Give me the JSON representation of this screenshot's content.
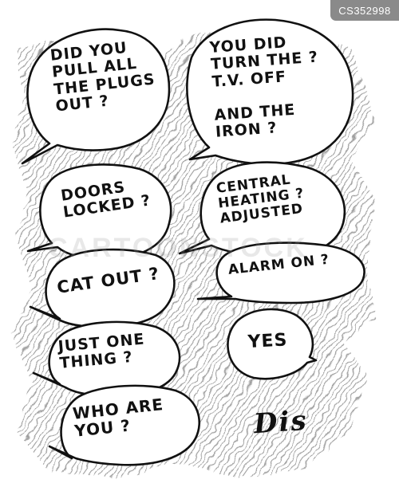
{
  "stock_id": "CS352998",
  "watermark": "CARTOONSTOCK",
  "signature": "Dis",
  "bubbles": {
    "plugs": {
      "lines": [
        "Did you",
        "pull all",
        "the plugs",
        "out ?"
      ]
    },
    "tv": {
      "lines": [
        "You did",
        "turn the ?",
        "T.V. off",
        "",
        "And the",
        "iron ?"
      ]
    },
    "doors": {
      "lines": [
        "Doors",
        "locked ?"
      ]
    },
    "heating": {
      "lines": [
        "Central",
        "heating ?",
        "adjusted"
      ]
    },
    "cat": {
      "lines": [
        "Cat out ?"
      ]
    },
    "alarm": {
      "lines": [
        "Alarm on ?"
      ]
    },
    "thing": {
      "lines": [
        "Just one",
        "thing ?"
      ]
    },
    "yes": {
      "lines": [
        "Yes"
      ]
    },
    "who": {
      "lines": [
        "Who are",
        "you ?"
      ]
    }
  },
  "colors": {
    "ink": "#111111",
    "shading": "#9a9a9a",
    "badge": "#8a8a8a"
  }
}
